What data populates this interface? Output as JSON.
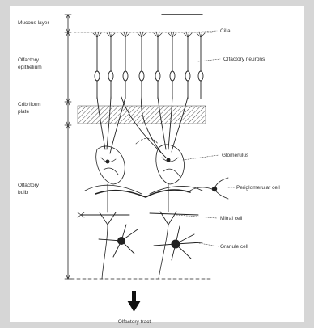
{
  "colors": {
    "ink": "#222222",
    "background": "#ffffff",
    "frame": "#d6d6d6",
    "hatch": "#555555"
  },
  "labels": {
    "left": {
      "mucous_layer": "Mucous layer",
      "olfactory_epithelium_1": "Olfactory",
      "olfactory_epithelium_2": "epithelium",
      "cribriform_plate_1": "Cribriform",
      "cribriform_plate_2": "plate",
      "olfactory_bulb_1": "Olfactory",
      "olfactory_bulb_2": "bulb"
    },
    "right": {
      "cilia": "Cilia",
      "olfactory_neurons": "Olfactory neurons",
      "glomerulus": "Glomerulus",
      "periglomerular_cell": "Periglomerular cell",
      "mitral_cell": "Mitral cell",
      "granule_cell": "Granule cell"
    },
    "bottom": {
      "olfactory_tract": "Olfactory tract"
    }
  }
}
